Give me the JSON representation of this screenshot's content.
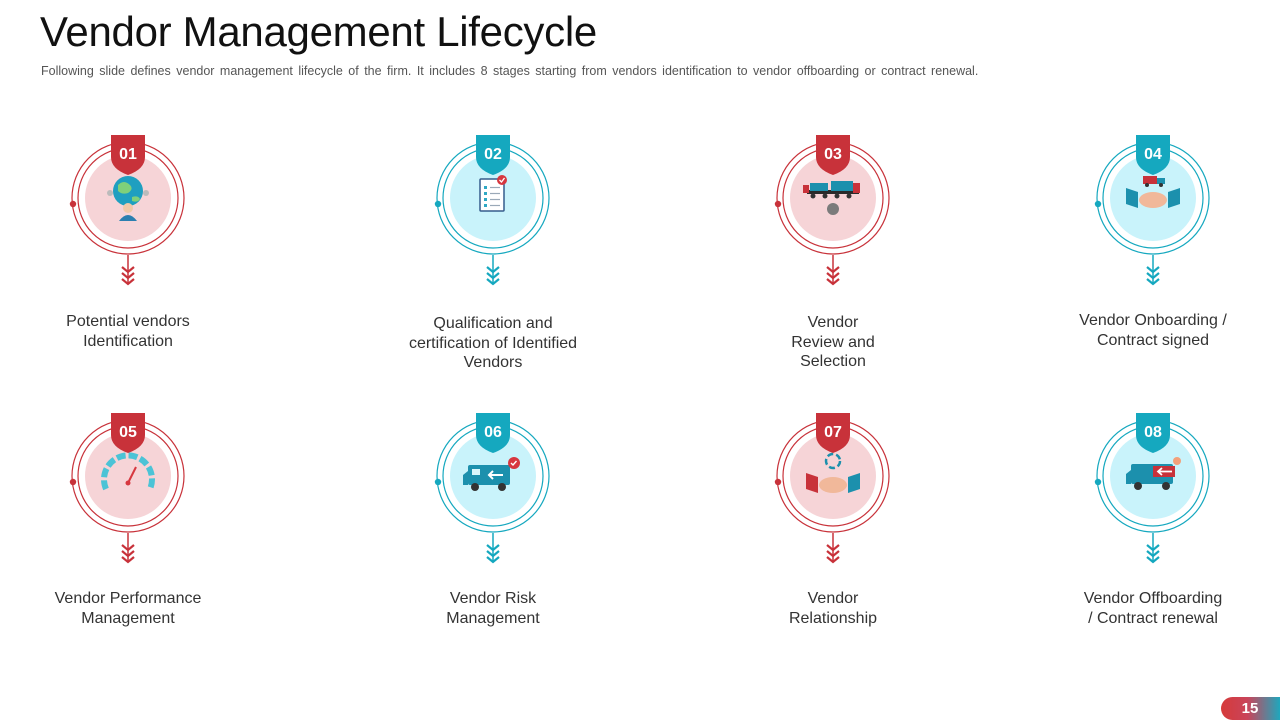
{
  "header": {
    "title": "Vendor Management Lifecycle",
    "subtitle": "Following slide defines vendor management lifecycle of the firm. It includes 8 stages starting from vendors identification to vendor offboarding or contract renewal."
  },
  "colors": {
    "red": "#c8323a",
    "red_light": "#f6d4d7",
    "teal": "#15a8bf",
    "teal_light": "#c9f3fb"
  },
  "stages": [
    {
      "number": "01",
      "label_lines": [
        "Potential vendors",
        "Identification"
      ],
      "icon": "globe-person-icon",
      "theme": "red"
    },
    {
      "number": "02",
      "label_lines": [
        "Qualification and",
        "certification of Identified",
        "Vendors"
      ],
      "icon": "checklist-clipboard-icon",
      "theme": "teal"
    },
    {
      "number": "03",
      "label_lines": [
        "Vendor",
        "Review and",
        "Selection"
      ],
      "icon": "truck-review-icon",
      "theme": "red"
    },
    {
      "number": "04",
      "label_lines": [
        "Vendor Onboarding /",
        "Contract signed"
      ],
      "icon": "handshake-truck-icon",
      "theme": "teal"
    },
    {
      "number": "05",
      "label_lines": [
        "Vendor Performance",
        "Management"
      ],
      "icon": "speedometer-icon",
      "theme": "red"
    },
    {
      "number": "06",
      "label_lines": [
        "Vendor Risk",
        "Management"
      ],
      "icon": "delivery-van-check-icon",
      "theme": "teal"
    },
    {
      "number": "07",
      "label_lines": [
        "Vendor",
        "Relationship"
      ],
      "icon": "handshake-cycle-icon",
      "theme": "red"
    },
    {
      "number": "08",
      "label_lines": [
        "Vendor Offboarding",
        "/ Contract renewal"
      ],
      "icon": "delivery-van-exit-icon",
      "theme": "teal"
    }
  ],
  "footer": {
    "page_number": "15"
  }
}
